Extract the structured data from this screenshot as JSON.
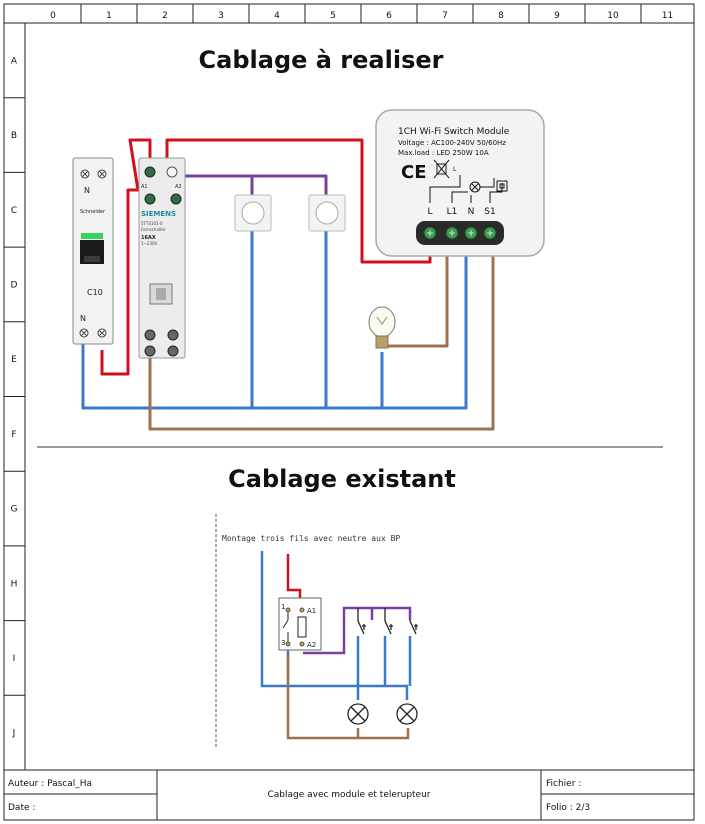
{
  "grid": {
    "columns": [
      "0",
      "1",
      "2",
      "3",
      "4",
      "5",
      "6",
      "7",
      "8",
      "9",
      "10",
      "11"
    ],
    "rows": [
      "A",
      "B",
      "C",
      "D",
      "E",
      "F",
      "G",
      "H",
      "I",
      "J"
    ]
  },
  "titles": {
    "top": "Cablage à realiser",
    "bottom": "Cablage existant"
  },
  "breaker": {
    "brand": "Schneider",
    "rating": "C10",
    "neutral_top": "N",
    "neutral_bottom": "N"
  },
  "relay": {
    "brand": "SIEMENS",
    "model": "5TT4101-0",
    "type": "Fernschalter",
    "amps": "16AX",
    "coil": "1~230V",
    "terminal_a1": "A1",
    "terminal_a2": "A2"
  },
  "module": {
    "title": "1CH Wi-Fi Switch Module",
    "voltage": "Voltage : AC100-240V 50/60Hz",
    "maxload": "Max.load : LED 250W  10A",
    "ce": "CE",
    "l_label": "L",
    "terminals": [
      "L",
      "L1",
      "N",
      "S1"
    ]
  },
  "existing": {
    "caption": "Montage trois fils avec neutre aux BP",
    "t1": "1",
    "t3": "3",
    "a1": "A1",
    "a2": "A2"
  },
  "footer": {
    "author": "Auteur : Pascal_Ha",
    "date": "Date :",
    "center": "Cablage avec module et telerupteur",
    "file": "Fichier :",
    "folio": "Folio : 2/3"
  },
  "colors": {
    "phase": "#d0101c",
    "neutral": "#3a78c8",
    "return": "#a07050",
    "control": "#7b3fa0"
  }
}
